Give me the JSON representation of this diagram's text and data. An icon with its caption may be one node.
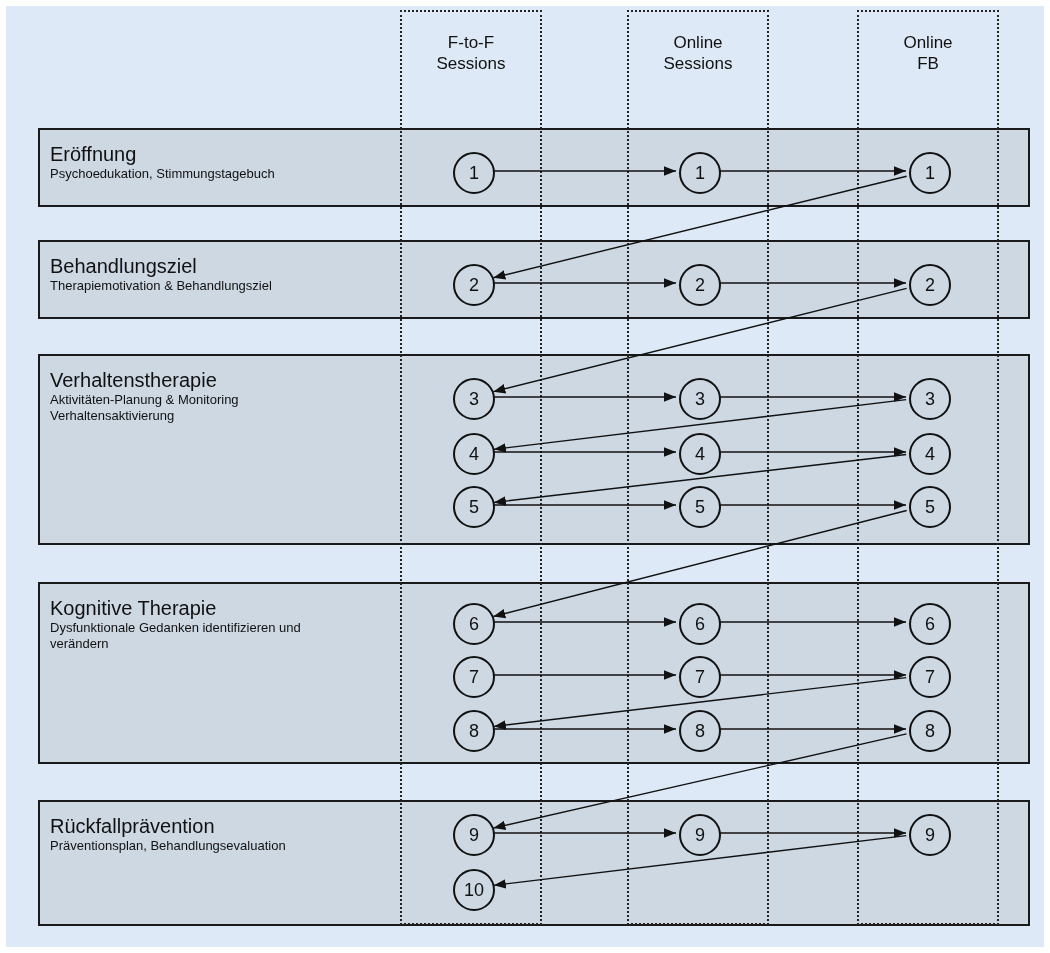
{
  "diagram": {
    "nodes": [
      {
        "text": [
          "Eröffnung",
          "Psychoedukation, Stimmungstagebuch"
        ]
      },
      {
        "text": [
          "1"
        ],
        "in": 0
      },
      {
        "text": [
          "1"
        ],
        "in": 0
      },
      {
        "text": [
          "1"
        ],
        "in": 0
      },
      {
        "text": [
          "Behandlungsziel",
          "Therapiemotivation & Behandlungsziel"
        ]
      },
      {
        "text": [
          "2"
        ],
        "in": 4
      },
      {
        "text": [
          "2"
        ],
        "in": 4
      },
      {
        "text": [
          "2"
        ],
        "in": 4
      },
      {
        "text": [
          "Verhaltenstherapie",
          "Aktivitäten-Planung & Monitoring",
          "Verhaltensaktivierung"
        ]
      },
      {
        "text": [
          "3"
        ],
        "in": 8
      },
      {
        "text": [
          "3"
        ],
        "in": 8
      },
      {
        "text": [
          "3"
        ],
        "in": 8
      },
      {
        "text": [
          "4"
        ],
        "in": 8
      },
      {
        "text": [
          "4"
        ],
        "in": 8
      },
      {
        "text": [
          "4"
        ],
        "in": 8
      },
      {
        "text": [
          "5"
        ],
        "in": 8
      },
      {
        "text": [
          "5"
        ],
        "in": 8
      },
      {
        "text": [
          "5"
        ],
        "in": 8
      },
      {
        "text": [
          "Kognitive Therapie",
          "Dysfunktionale Gedanken identifizieren und verändern"
        ]
      },
      {
        "text": [
          "6"
        ],
        "in": 18
      },
      {
        "text": [
          "6"
        ],
        "in": 18
      },
      {
        "text": [
          "6"
        ],
        "in": 18
      },
      {
        "text": [
          "7"
        ],
        "in": 18
      },
      {
        "text": [
          "7"
        ],
        "in": 18
      },
      {
        "text": [
          "7"
        ],
        "in": 18
      },
      {
        "text": [
          "8"
        ],
        "in": 18
      },
      {
        "text": [
          "8"
        ],
        "in": 18
      },
      {
        "text": [
          "8"
        ],
        "in": 18
      },
      {
        "text": [
          "Rückfallprävention",
          "Präventionsplan, Behandlungsevaluation"
        ]
      },
      {
        "text": [
          "9"
        ],
        "in": 28
      },
      {
        "text": [
          "9"
        ],
        "in": 28
      },
      {
        "text": [
          "9"
        ],
        "in": 28
      },
      {
        "text": [
          "10"
        ],
        "in": 28
      }
    ],
    "edges": [
      {
        "from": 1,
        "to": 2,
        "arrow": "to"
      },
      {
        "from": 2,
        "to": 3,
        "arrow": "to"
      },
      {
        "from": 3,
        "to": 5,
        "arrow": "to"
      },
      {
        "from": 5,
        "to": 6,
        "arrow": "to"
      },
      {
        "from": 6,
        "to": 7,
        "arrow": "to"
      },
      {
        "from": 7,
        "to": 9,
        "arrow": "to"
      },
      {
        "from": 9,
        "to": 10,
        "arrow": "to"
      },
      {
        "from": 10,
        "to": 11,
        "arrow": "to"
      },
      {
        "from": 11,
        "to": 12,
        "arrow": "to"
      },
      {
        "from": 12,
        "to": 13,
        "arrow": "to"
      },
      {
        "from": 13,
        "to": 14,
        "arrow": "to"
      },
      {
        "from": 14,
        "to": 15,
        "arrow": "to"
      },
      {
        "from": 15,
        "to": 16,
        "arrow": "to"
      },
      {
        "from": 16,
        "to": 17,
        "arrow": "to"
      },
      {
        "from": 17,
        "to": 19,
        "arrow": "to"
      },
      {
        "from": 19,
        "to": 20,
        "arrow": "to"
      },
      {
        "from": 20,
        "to": 21,
        "arrow": "to"
      },
      {
        "from": 22,
        "to": 23,
        "arrow": "to"
      },
      {
        "from": 23,
        "to": 24,
        "arrow": "to"
      },
      {
        "from": 24,
        "to": 25,
        "arrow": "to"
      },
      {
        "from": 25,
        "to": 26,
        "arrow": "to"
      },
      {
        "from": 26,
        "to": 27,
        "arrow": "to"
      },
      {
        "from": 27,
        "to": 29,
        "arrow": "to"
      },
      {
        "from": 29,
        "to": 30,
        "arrow": "to"
      },
      {
        "from": 30,
        "to": 31,
        "arrow": "to"
      },
      {
        "from": 31,
        "to": 32,
        "arrow": "to"
      }
    ],
    "labels": [
      "F-to-F Sessions",
      "Online Sessions",
      "Online FB"
    ]
  }
}
